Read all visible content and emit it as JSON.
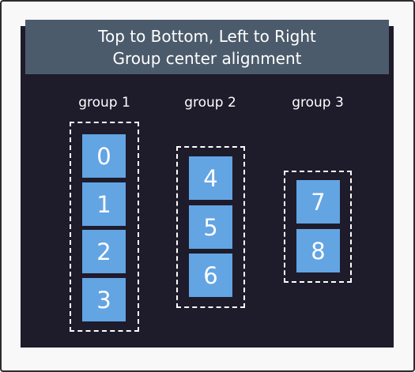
{
  "title": {
    "line1": "Top to Bottom, Left to Right",
    "line2": "Group center alignment"
  },
  "groups": [
    {
      "label": "group 1",
      "items": [
        "0",
        "1",
        "2",
        "3"
      ]
    },
    {
      "label": "group 2",
      "items": [
        "4",
        "5",
        "6"
      ]
    },
    {
      "label": "group 3",
      "items": [
        "7",
        "8"
      ]
    }
  ],
  "colors": {
    "background": "#1e1b2b",
    "title_bar": "#4c5b6c",
    "item": "#63a4e3",
    "border": "#ffffff"
  }
}
